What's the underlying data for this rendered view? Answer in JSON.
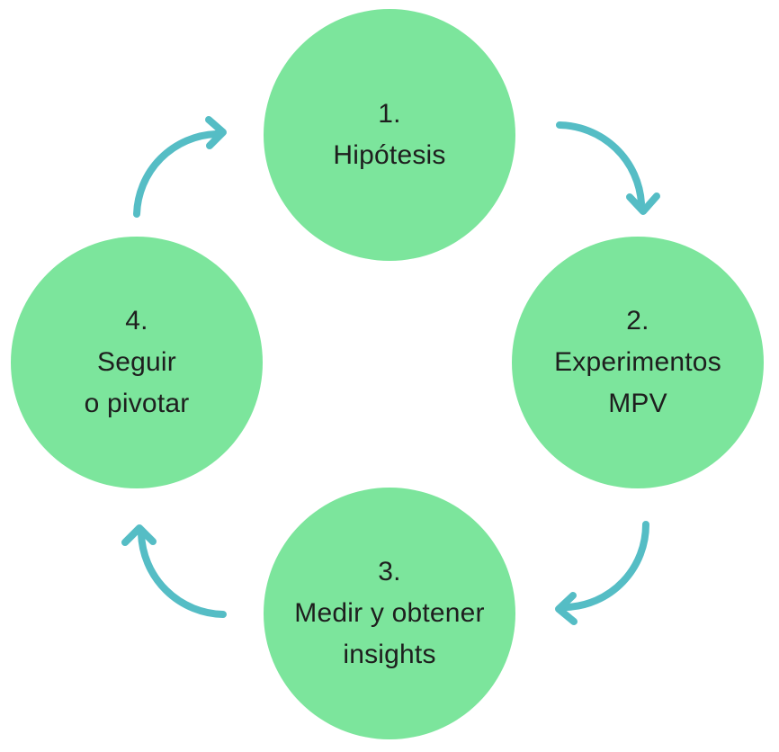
{
  "diagram": {
    "type": "cycle",
    "colors": {
      "circle": "#7ce59c",
      "arrow": "#55bdc5",
      "text": "#1e1e1e",
      "background": "#ffffff"
    },
    "steps": [
      {
        "position": "top",
        "lines": [
          "1.",
          "Hipótesis"
        ]
      },
      {
        "position": "right",
        "lines": [
          "2.",
          "Experimentos",
          "MPV"
        ]
      },
      {
        "position": "bottom",
        "lines": [
          "3.",
          "Medir y obtener",
          "insights"
        ]
      },
      {
        "position": "left",
        "lines": [
          "4.",
          "Seguir",
          "o pivotar"
        ]
      }
    ],
    "arrows": [
      {
        "from": "step-1",
        "to": "step-2",
        "direction": "clockwise"
      },
      {
        "from": "step-2",
        "to": "step-3",
        "direction": "clockwise"
      },
      {
        "from": "step-3",
        "to": "step-4",
        "direction": "clockwise"
      },
      {
        "from": "step-4",
        "to": "step-1",
        "direction": "clockwise"
      }
    ]
  }
}
